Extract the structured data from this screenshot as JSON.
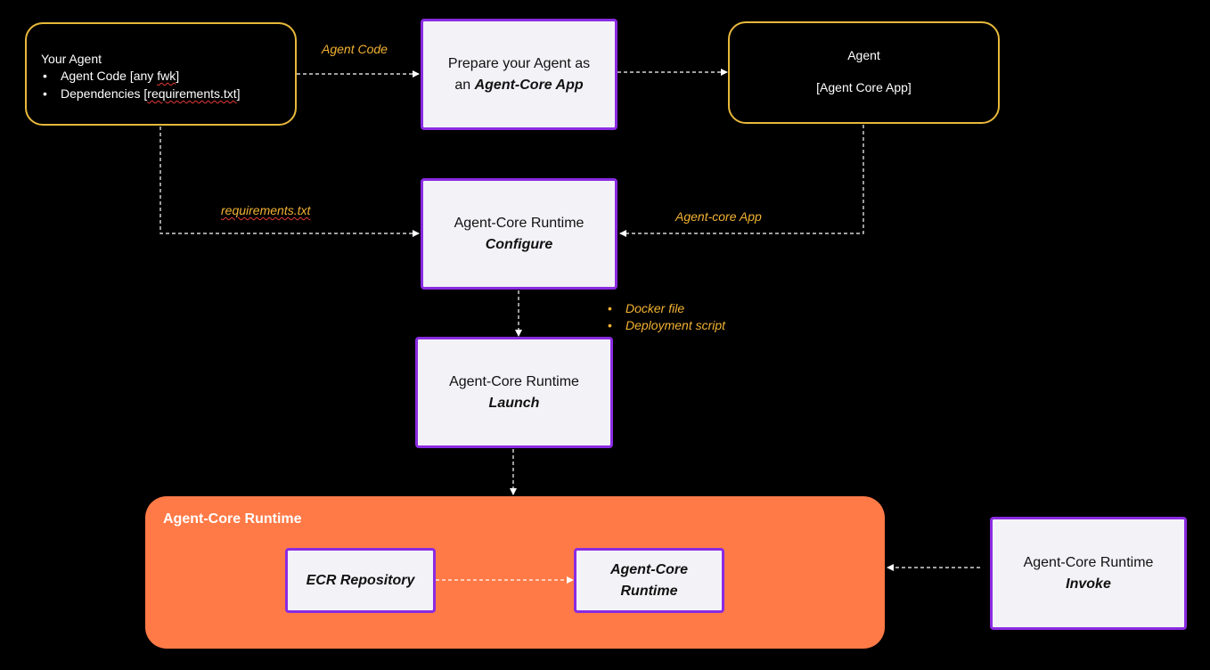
{
  "your_agent": {
    "title": "Your Agent",
    "items": [
      {
        "prefix": "Agent Code [any ",
        "emph": "fwk",
        "suffix": "]"
      },
      {
        "prefix": "Dependencies [",
        "emph": "requirements.txt",
        "suffix": "]"
      }
    ]
  },
  "prepare": {
    "line1": "Prepare your Agent as",
    "line2_prefix": "an ",
    "line2_emph": "Agent-Core App"
  },
  "agent_app": {
    "line1": "Agent",
    "line2": "[Agent Core App]"
  },
  "configure": {
    "line1": "Agent-Core Runtime",
    "line2": "Configure"
  },
  "launch": {
    "line1": "Agent-Core Runtime",
    "line2": "Launch"
  },
  "runtime_area": {
    "title": "Agent-Core Runtime",
    "ecr": "ECR Repository",
    "core_line1": "Agent-Core",
    "core_line2": "Runtime"
  },
  "invoke": {
    "line1": "Agent-Core Runtime",
    "line2": "Invoke"
  },
  "labels": {
    "agent_code": "Agent Code",
    "requirements": "requirements.txt",
    "agent_core_app": "Agent-core App",
    "outputs": [
      "Docker file",
      "Deployment script"
    ]
  },
  "colors": {
    "accent_gold": "#f2b233",
    "purple_border": "#8a2be2",
    "runtime_orange": "#ff7a47"
  }
}
